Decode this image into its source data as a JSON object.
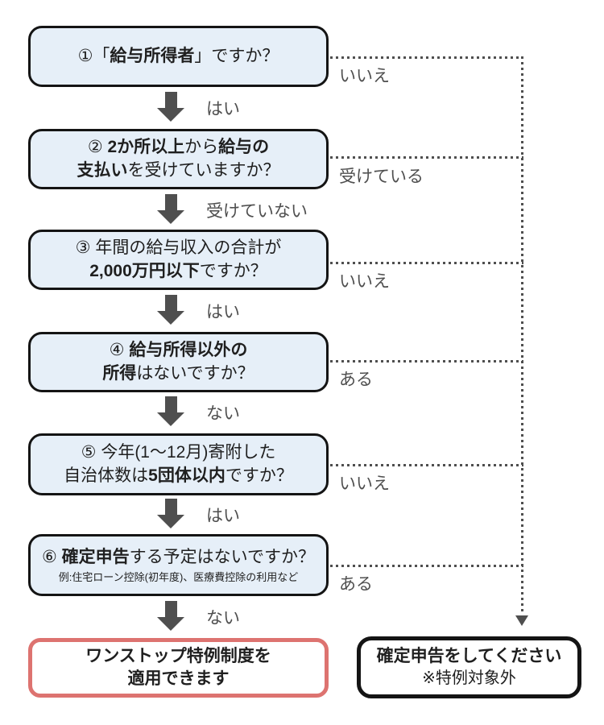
{
  "colors": {
    "background": "#ffffff",
    "box_fill": "#e6eff8",
    "box_border": "#141414",
    "result_ok_border": "#dd7370",
    "result_ng_border": "#141414",
    "gray": "#4f4f4f",
    "text": "#1f1f1f"
  },
  "flow": {
    "questions": [
      {
        "lines": [
          {
            "segments": [
              {
                "t": "①「",
                "b": false
              },
              {
                "t": "給与所得者",
                "b": true
              },
              {
                "t": "」ですか？",
                "b": false
              }
            ]
          }
        ],
        "down_label": "はい",
        "branch_label": "いいえ"
      },
      {
        "lines": [
          {
            "segments": [
              {
                "t": "② ",
                "b": false
              },
              {
                "t": "2か所以上",
                "b": true
              },
              {
                "t": "から",
                "b": false
              },
              {
                "t": "給与の",
                "b": true
              }
            ]
          },
          {
            "segments": [
              {
                "t": "支払い",
                "b": true
              },
              {
                "t": "を受けていますか？",
                "b": false
              }
            ]
          }
        ],
        "down_label": "受けていない",
        "branch_label": "受けている"
      },
      {
        "lines": [
          {
            "segments": [
              {
                "t": "③ 年間の給与収入の合計が",
                "b": false
              }
            ]
          },
          {
            "segments": [
              {
                "t": "2,000万円以下",
                "b": true
              },
              {
                "t": "ですか？",
                "b": false
              }
            ]
          }
        ],
        "down_label": "はい",
        "branch_label": "いいえ"
      },
      {
        "lines": [
          {
            "segments": [
              {
                "t": "④ ",
                "b": false
              },
              {
                "t": "給与所得以外の",
                "b": true
              }
            ]
          },
          {
            "segments": [
              {
                "t": "所得",
                "b": true
              },
              {
                "t": "はないですか？",
                "b": false
              }
            ]
          }
        ],
        "down_label": "ない",
        "branch_label": "ある"
      },
      {
        "lines": [
          {
            "segments": [
              {
                "t": "⑤ 今年(1～12月)寄附した",
                "b": false
              }
            ]
          },
          {
            "segments": [
              {
                "t": "自治体数は",
                "b": false
              },
              {
                "t": "5団体以内",
                "b": true
              },
              {
                "t": "ですか？",
                "b": false
              }
            ]
          }
        ],
        "down_label": "はい",
        "branch_label": "いいえ"
      },
      {
        "lines": [
          {
            "segments": [
              {
                "t": "⑥ ",
                "b": false
              },
              {
                "t": "確定申告",
                "b": true
              },
              {
                "t": "する予定はないですか？",
                "b": false
              }
            ]
          },
          {
            "segments": [
              {
                "t": "例:住宅ローン控除(初年度)、医療費控除の利用など",
                "b": false
              }
            ],
            "small": true
          }
        ],
        "down_label": "ない",
        "branch_label": "ある"
      }
    ],
    "results": {
      "ok": {
        "lines": [
          {
            "segments": [
              {
                "t": "ワンストップ特例制度を",
                "b": true
              }
            ]
          },
          {
            "segments": [
              {
                "t": "適用できます",
                "b": true
              }
            ]
          }
        ]
      },
      "ng": {
        "lines": [
          {
            "segments": [
              {
                "t": "確定申告をしてください",
                "b": true
              }
            ]
          },
          {
            "segments": [
              {
                "t": "※特例対象外",
                "b": false
              }
            ]
          }
        ]
      }
    }
  }
}
